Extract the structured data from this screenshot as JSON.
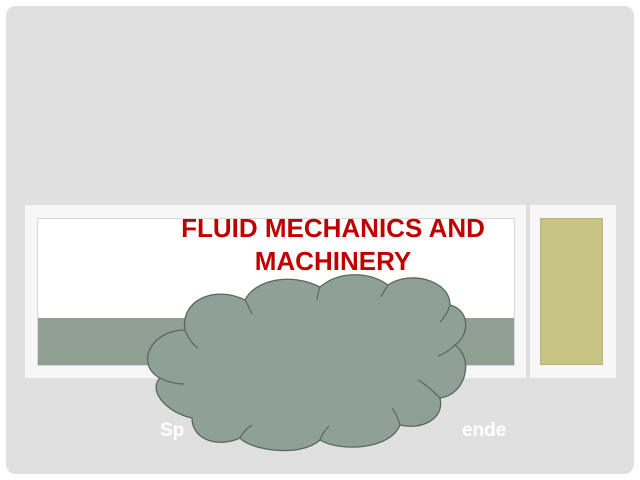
{
  "slide": {
    "title_line1": "FLUID MECHANICS AND",
    "title_line2": "MACHINERY",
    "subtitle_left_fragment": "Sp",
    "subtitle_right_fragment": "ende"
  },
  "colors": {
    "title": "#c00000",
    "bar": "#8f9f94",
    "olive": "#c8c484",
    "cloud": "#8fa196",
    "background": "#e0e0e0"
  }
}
